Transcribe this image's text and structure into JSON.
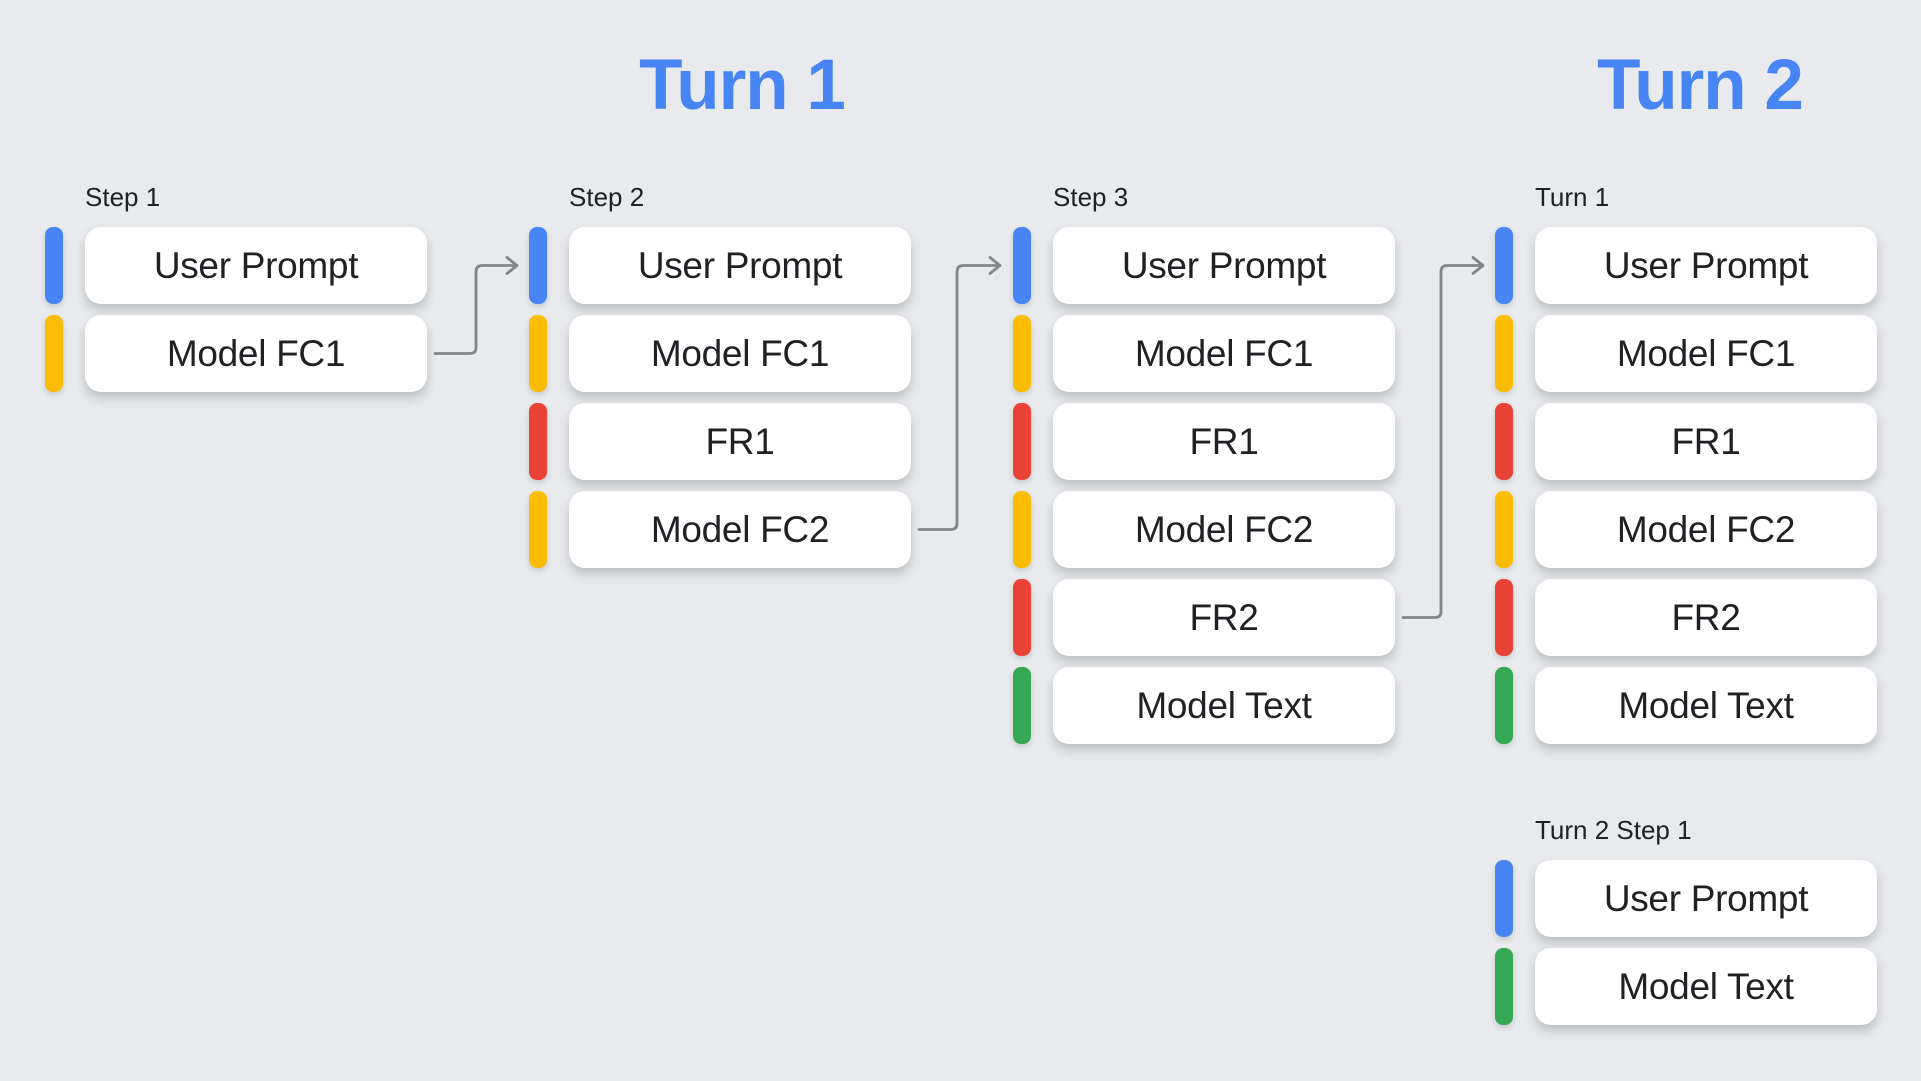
{
  "palette": {
    "background": "#E8EAED",
    "header_blue": "#4785F5",
    "arrow_gray": "#828589",
    "text_dark": "#202124",
    "box_white": "#FFFFFF",
    "user_prompt_blue": "#4785F5",
    "model_fc_yellow": "#FBBC04",
    "function_response_red": "#EA4335",
    "model_text_green": "#34A853"
  },
  "headers": [
    {
      "label": "Turn 1"
    },
    {
      "label": "Turn 2"
    }
  ],
  "columns": [
    {
      "label": "Step 1",
      "items": [
        {
          "label": "User Prompt",
          "type": "user-prompt",
          "color": "#4785F5"
        },
        {
          "label": "Model FC1",
          "type": "model-function-call",
          "color": "#FBBC04"
        }
      ]
    },
    {
      "label": "Step 2",
      "items": [
        {
          "label": "User Prompt",
          "type": "user-prompt",
          "color": "#4785F5"
        },
        {
          "label": "Model FC1",
          "type": "model-function-call",
          "color": "#FBBC04"
        },
        {
          "label": "FR1",
          "type": "function-response",
          "color": "#EA4335"
        },
        {
          "label": "Model FC2",
          "type": "model-function-call",
          "color": "#FBBC04"
        }
      ]
    },
    {
      "label": "Step 3",
      "items": [
        {
          "label": "User Prompt",
          "type": "user-prompt",
          "color": "#4785F5"
        },
        {
          "label": "Model FC1",
          "type": "model-function-call",
          "color": "#FBBC04"
        },
        {
          "label": "FR1",
          "type": "function-response",
          "color": "#EA4335"
        },
        {
          "label": "Model FC2",
          "type": "model-function-call",
          "color": "#FBBC04"
        },
        {
          "label": "FR2",
          "type": "function-response",
          "color": "#EA4335"
        },
        {
          "label": "Model Text",
          "type": "model-text",
          "color": "#34A853"
        }
      ]
    },
    {
      "label": "Turn 1",
      "items": [
        {
          "label": "User Prompt",
          "type": "user-prompt",
          "color": "#4785F5"
        },
        {
          "label": "Model FC1",
          "type": "model-function-call",
          "color": "#FBBC04"
        },
        {
          "label": "FR1",
          "type": "function-response",
          "color": "#EA4335"
        },
        {
          "label": "Model FC2",
          "type": "model-function-call",
          "color": "#FBBC04"
        },
        {
          "label": "FR2",
          "type": "function-response",
          "color": "#EA4335"
        },
        {
          "label": "Model Text",
          "type": "model-text",
          "color": "#34A853"
        }
      ]
    },
    {
      "label": "Turn 2 Step 1",
      "items": [
        {
          "label": "User Prompt",
          "type": "user-prompt",
          "color": "#4785F5"
        },
        {
          "label": "Model Text",
          "type": "model-text",
          "color": "#34A853"
        }
      ]
    }
  ]
}
